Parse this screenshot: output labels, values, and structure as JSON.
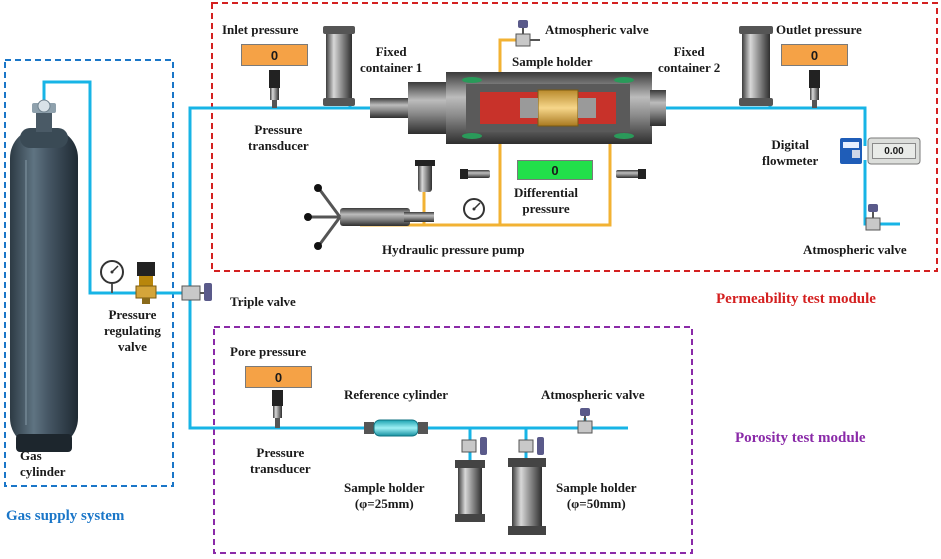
{
  "modules": {
    "gas_supply": {
      "title": "Gas supply system",
      "color": "#1a76c8"
    },
    "permeability": {
      "title": "Permeability test module",
      "color": "#d42020"
    },
    "porosity": {
      "title": "Porosity test module",
      "color": "#8a2aa8"
    }
  },
  "colors": {
    "pipe": "#17b4e6",
    "hydraulic": "#f2b233",
    "orange_display": "#f5a246",
    "green_display": "#22e04a"
  },
  "labels": {
    "inlet_pressure": "Inlet pressure",
    "outlet_pressure": "Outlet pressure",
    "atmospheric_valve_top": "Atmospheric valve",
    "fixed_container_1": [
      "Fixed",
      "container 1"
    ],
    "fixed_container_2": [
      "Fixed",
      "container 2"
    ],
    "sample_holder_main": "Sample holder",
    "pressure_transducer_top": [
      "Pressure",
      "transducer"
    ],
    "digital_flowmeter": [
      "Digital",
      "flowmeter"
    ],
    "differential_pressure": [
      "Differential",
      "pressure"
    ],
    "hydraulic_pressure_pump": "Hydraulic pressure pump",
    "atmospheric_valve_right": "Atmospheric valve",
    "triple_valve": "Triple valve",
    "pressure_regulating_valve": [
      "Pressure",
      "regulating",
      "valve"
    ],
    "gas_cylinder": [
      "Gas",
      "cylinder"
    ],
    "pore_pressure": "Pore pressure",
    "reference_cylinder": "Reference cylinder",
    "atmospheric_valve_porosity": "Atmospheric valve",
    "pressure_transducer_bottom": [
      "Pressure",
      "transducer"
    ],
    "sample_holder_25": [
      "Sample holder",
      "(φ=25mm)"
    ],
    "sample_holder_50": [
      "Sample holder",
      "(φ=50mm)"
    ]
  },
  "readouts": {
    "inlet": "0",
    "outlet": "0",
    "differential": "0",
    "flowmeter": "0.00",
    "pore": "0"
  },
  "icons": [
    "gas-cylinder-icon",
    "pressure-gauge-icon",
    "regulator-icon",
    "triple-valve-icon",
    "fixed-container-icon",
    "pressure-transducer-icon",
    "core-holder-icon",
    "hydraulic-pump-icon",
    "flowmeter-icon",
    "needle-valve-icon",
    "reference-cylinder-icon"
  ]
}
